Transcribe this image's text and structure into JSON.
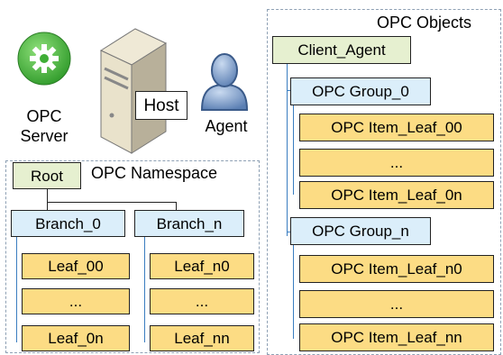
{
  "header": {
    "opc_server_label": "OPC\nServer",
    "host_label": "Host",
    "agent_label": "Agent"
  },
  "namespace": {
    "title": "OPC Namespace",
    "root": "Root",
    "branch_0": "Branch_0",
    "branch_n": "Branch_n",
    "branch_0_leaves": [
      "Leaf_00",
      "...",
      "Leaf_0n"
    ],
    "branch_n_leaves": [
      "Leaf_n0",
      "...",
      "Leaf_nn"
    ]
  },
  "objects": {
    "title": "OPC Objects",
    "client_agent": "Client_Agent",
    "group_0": "OPC Group_0",
    "group_n": "OPC Group_n",
    "group_0_items": [
      "OPC Item_Leaf_00",
      "...",
      "OPC Item_Leaf_0n"
    ],
    "group_n_items": [
      "OPC Item_Leaf_n0",
      "...",
      "OPC Item_Leaf_nn"
    ]
  },
  "colors": {
    "root_fill": "#e6f0d0",
    "branch_fill": "#dbeefa",
    "leaf_fill": "#fcdc84",
    "connector": "#3a7dc0"
  }
}
